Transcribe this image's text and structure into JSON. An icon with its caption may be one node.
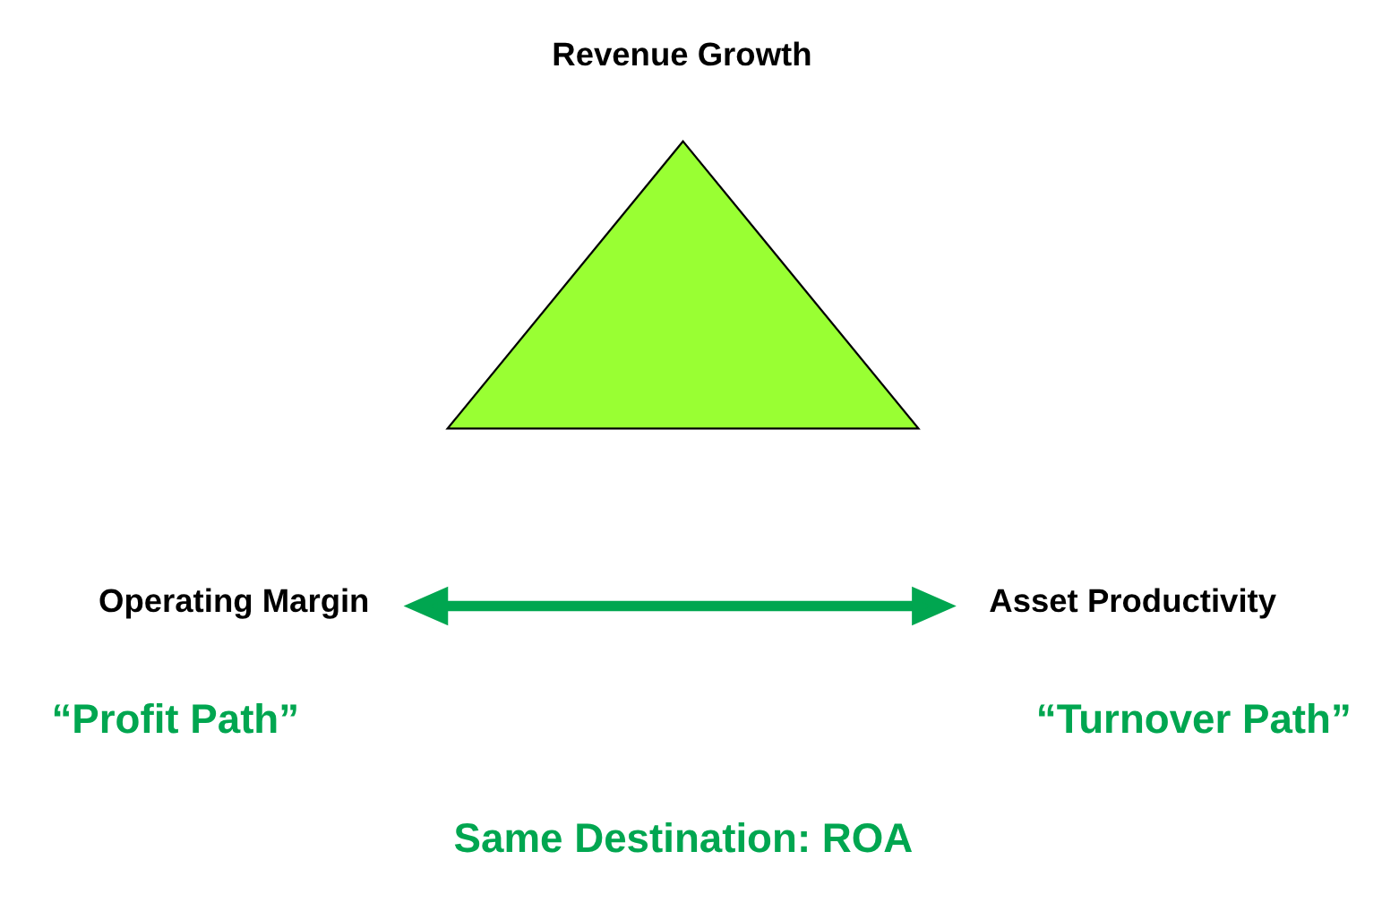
{
  "diagram": {
    "nodes": [
      {
        "text": [
          "Revenue Growth"
        ]
      },
      {
        "text": [],
        "shape": "triangle"
      },
      {
        "text": [
          "Operating Margin"
        ]
      },
      {
        "text": [
          "Asset Productivity"
        ]
      }
    ],
    "edges": [
      {
        "from": 2,
        "to": 3,
        "arrow": "both",
        "color": "#00a650"
      }
    ],
    "labels": [
      "“Profit Path”",
      "“Turnover Path”",
      "Same Destination: ROA"
    ]
  }
}
